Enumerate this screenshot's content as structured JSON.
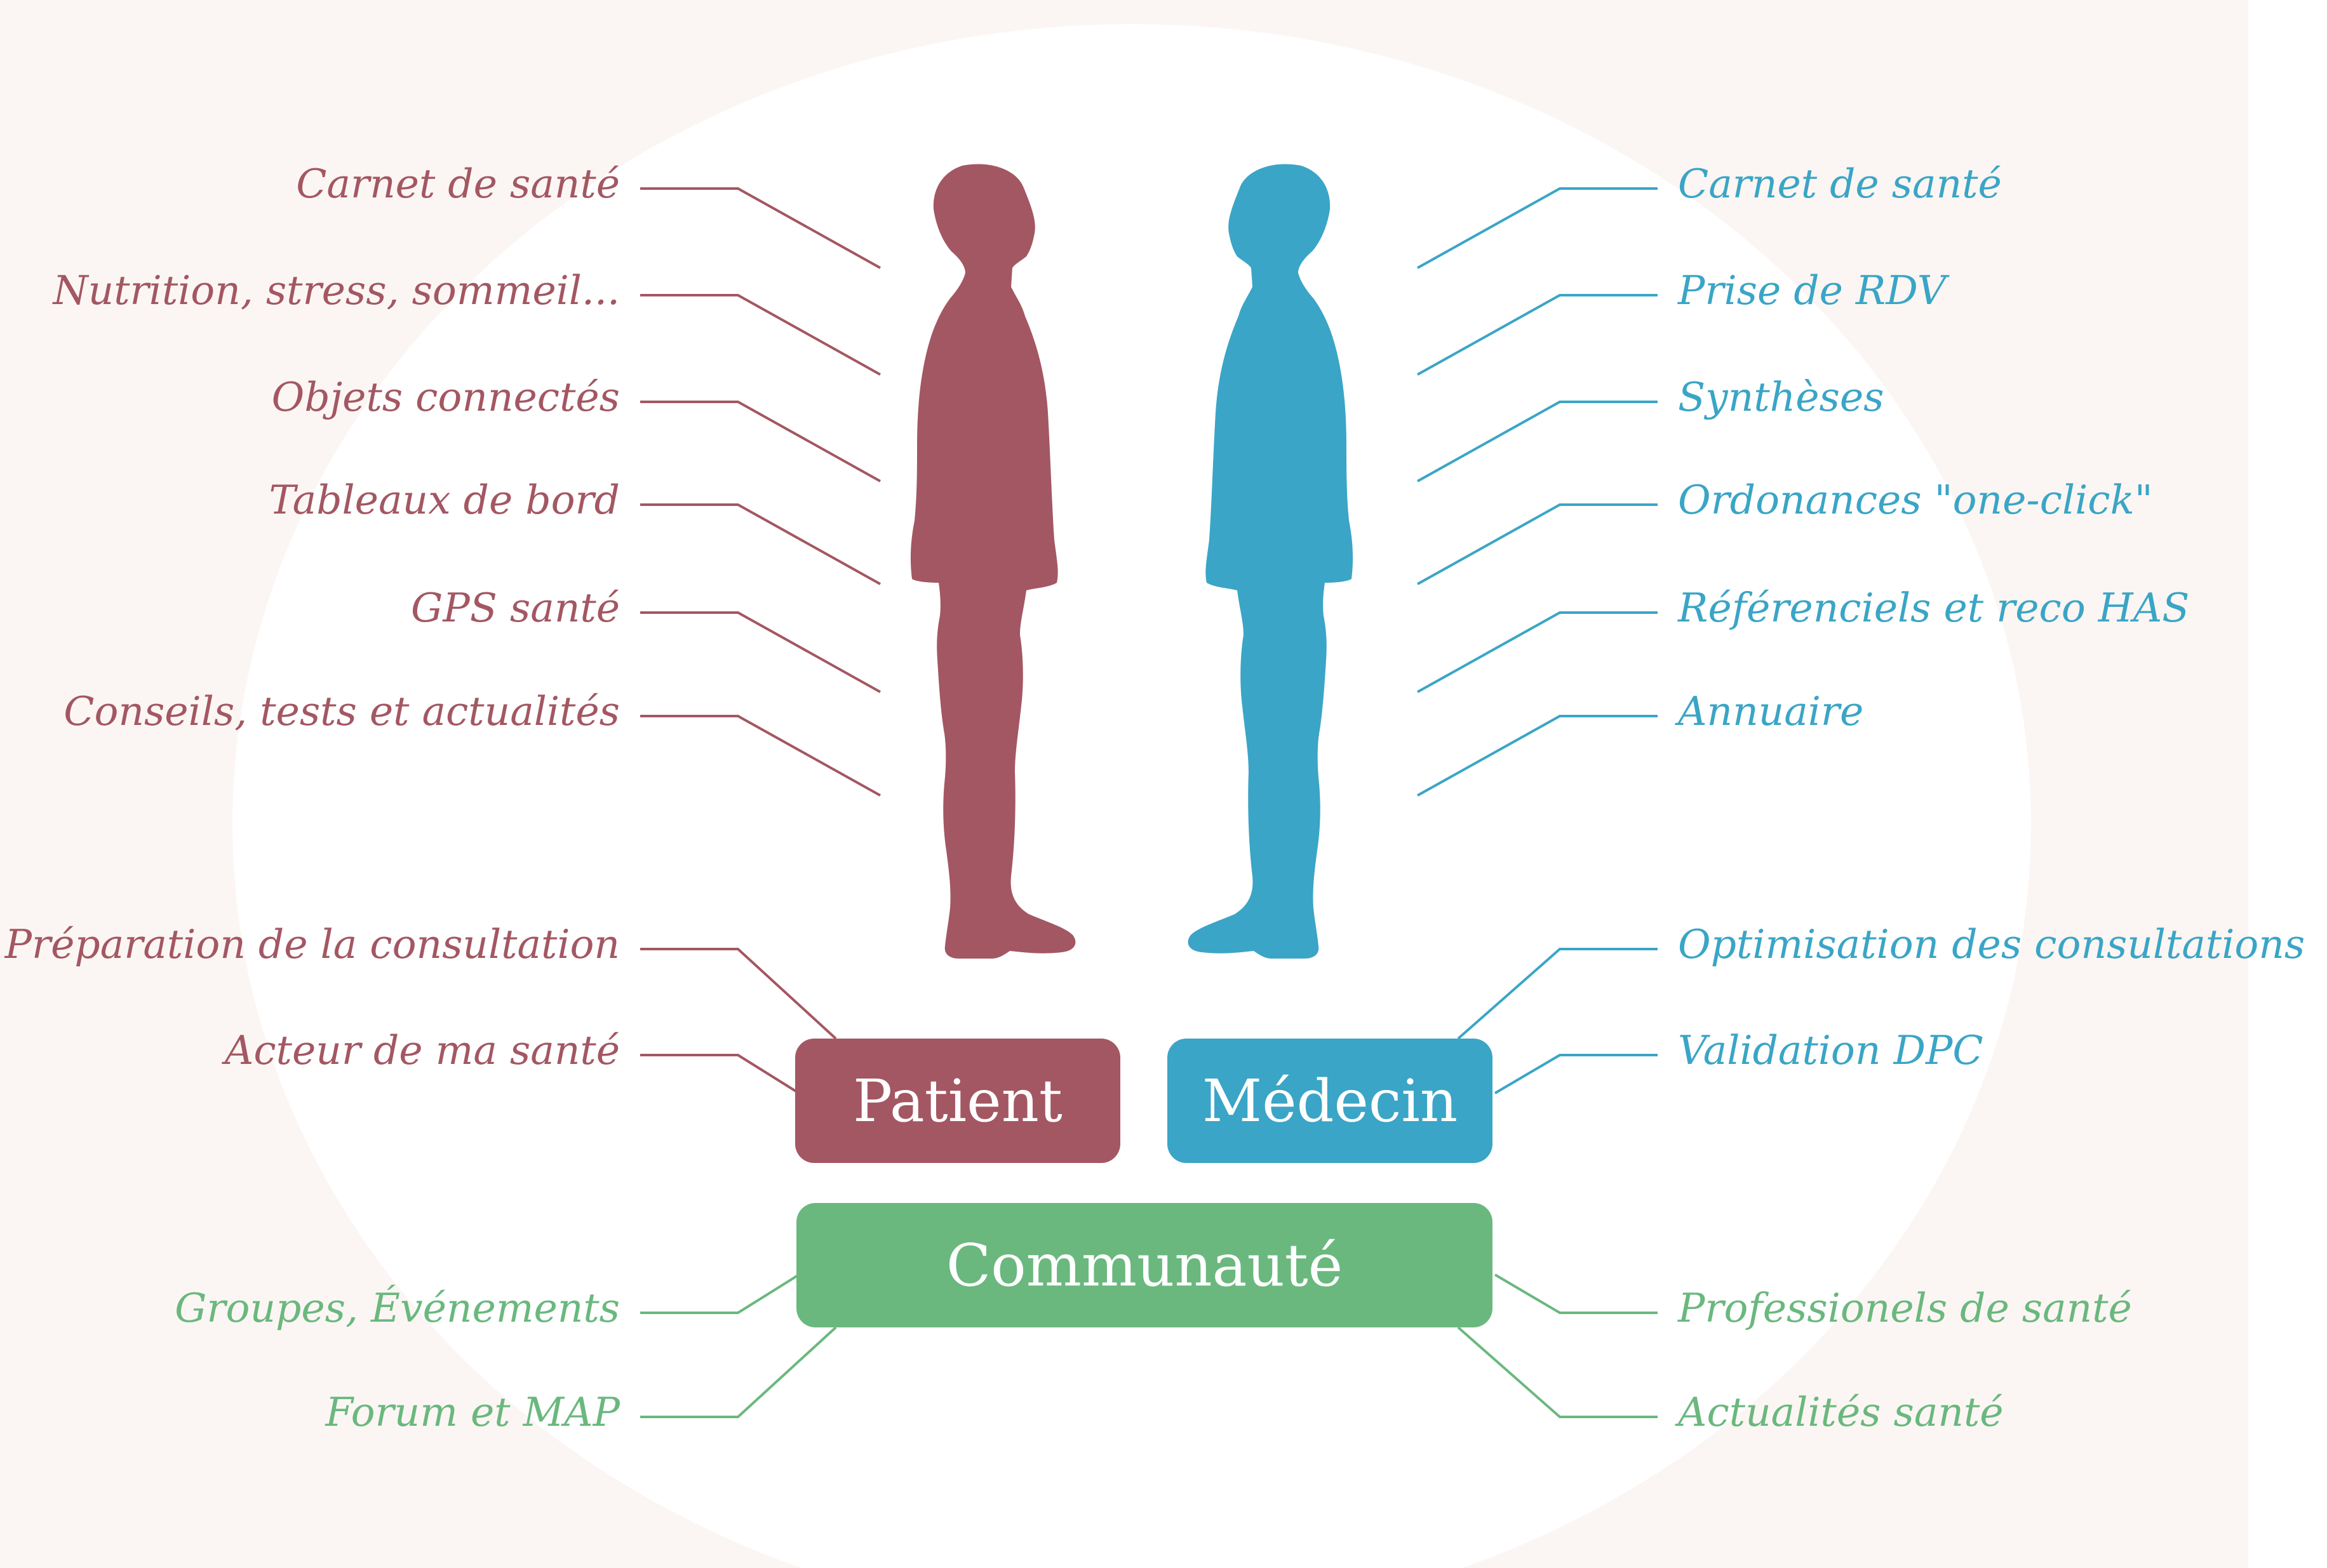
{
  "colors": {
    "patient": "#a35762",
    "medecin": "#3aa5c6",
    "communaute": "#6ab87e",
    "background": "#fbf6f3"
  },
  "boxes": {
    "patient": "Patient",
    "medecin": "Médecin",
    "communaute": "Communauté"
  },
  "patient_labels": [
    "Carnet de santé",
    "Nutrition, stress, sommeil...",
    "Objets connectés",
    "Tableaux de bord",
    "GPS santé",
    "Conseils, tests et actualités",
    "Préparation de la consultation",
    "Acteur de ma santé"
  ],
  "medecin_labels": [
    "Carnet de santé",
    "Prise de RDV",
    "Synthèses",
    "Ordonances \"one-click\"",
    "Référenciels et reco HAS",
    "Annuaire",
    "Optimisation des consultations",
    "Validation DPC"
  ],
  "communaute_left_labels": [
    "Groupes, Événements",
    "Forum et MAP"
  ],
  "communaute_right_labels": [
    "Professionels de santé",
    "Actualités santé"
  ]
}
